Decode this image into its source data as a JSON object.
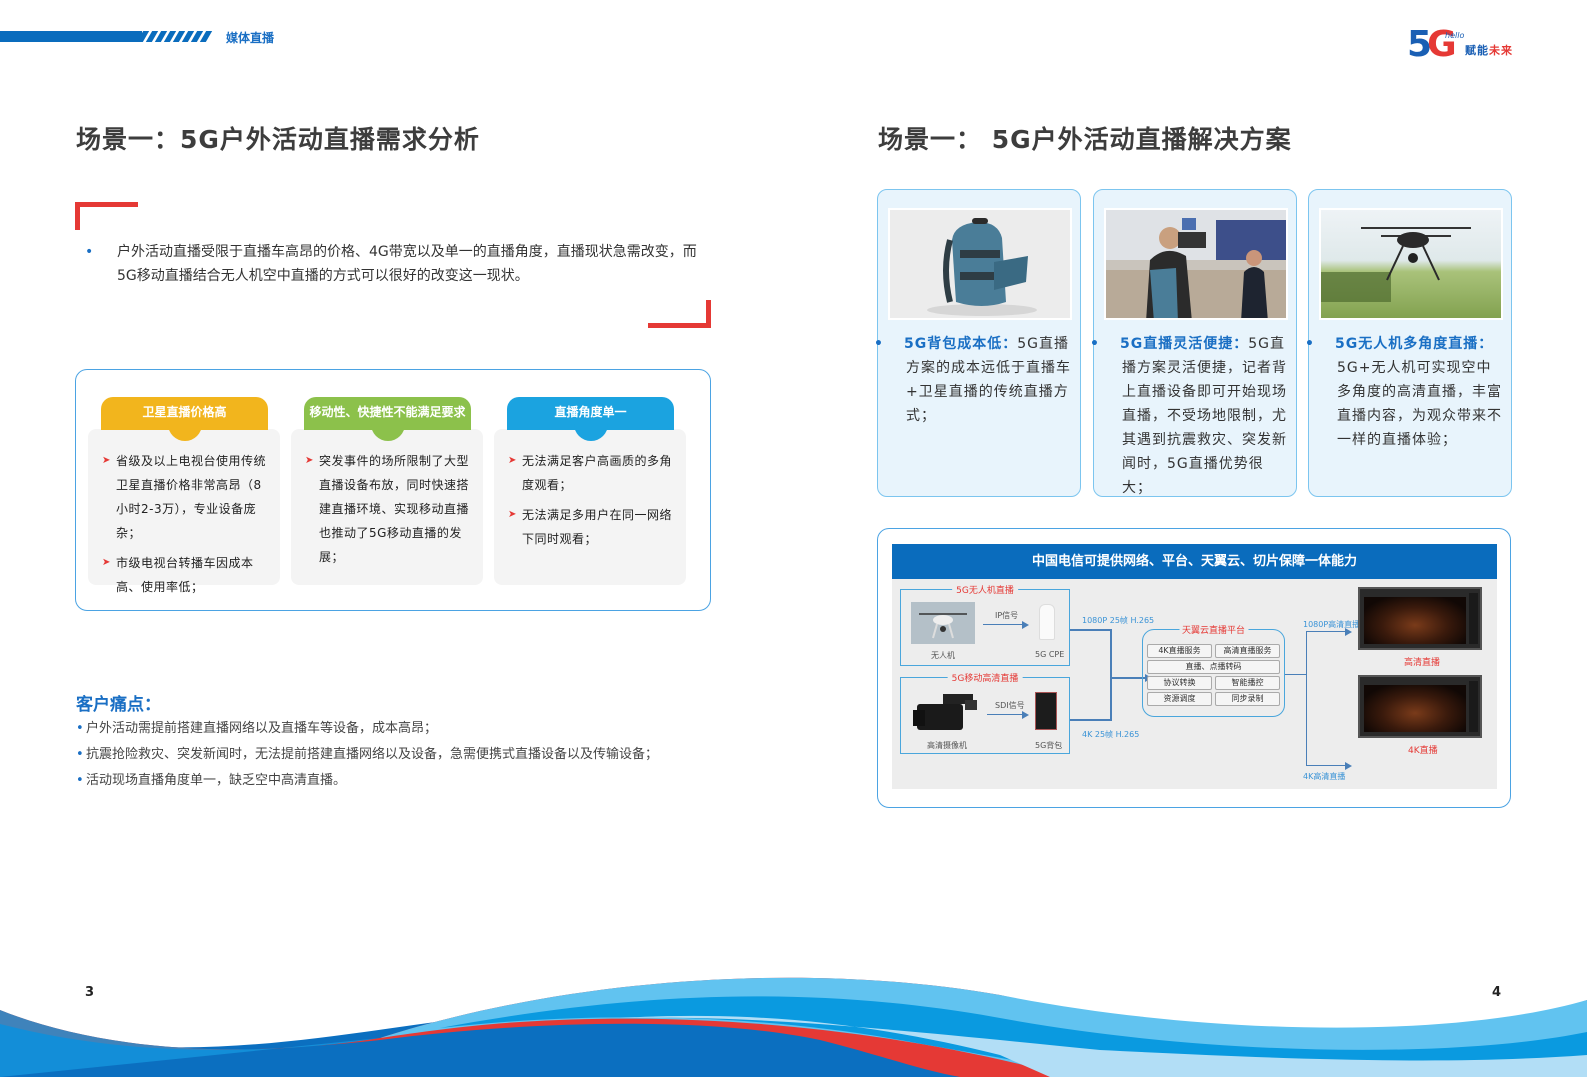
{
  "header": {
    "section_label": "媒体直播",
    "logo": {
      "five": "5",
      "g": "G",
      "hello": "hello",
      "slogan_a": "赋能",
      "slogan_b": "未来"
    }
  },
  "left_page": {
    "title": "场景一：5G户外活动直播需求分析",
    "intro": "户外活动直播受限于直播车高昂的价格、4G带宽以及单一的直播角度，直播现状急需改变，而5G移动直播结合无人机空中直播的方式可以很好的改变这一现状。",
    "cards": [
      {
        "title": "卫星直播价格高",
        "color": "#f2b51d",
        "items": [
          "省级及以上电视台使用传统卫星直播价格非常高昂（8小时2-3万），专业设备庞杂；",
          "市级电视台转播车因成本高、使用率低；"
        ]
      },
      {
        "title": "移动性、快捷性不能满足要求",
        "color": "#8cc14b",
        "items": [
          "突发事件的场所限制了大型直播设备布放，同时快速搭建直播环境、实现移动直播也推动了5G移动直播的发展；"
        ]
      },
      {
        "title": "直播角度单一",
        "color": "#1ba3e0",
        "items": [
          "无法满足客户高画质的多角度观看；",
          "无法满足多用户在同一网络下同时观看；"
        ]
      }
    ],
    "pain_title": "客户痛点：",
    "pain_points": [
      "户外活动需提前搭建直播网络以及直播车等设备，成本高昂；",
      "抗震抢险救灾、突发新闻时，无法提前搭建直播网络以及设备，急需便携式直播设备以及传输设备；",
      "活动现场直播角度单一，缺乏空中高清直播。"
    ],
    "page_number": "3"
  },
  "right_page": {
    "title": "场景一： 5G户外活动直播解决方案",
    "solutions": [
      {
        "image": "backpack-photo",
        "heading": "5G背包成本低：",
        "body": "5G直播方案的成本远低于直播车+卫星直播的传统直播方式；"
      },
      {
        "image": "reporter-photo",
        "heading": "5G直播灵活便捷：",
        "body": "5G直播方案灵活便捷，记者背上直播设备即可开始现场直播，不受场地限制，尤其遇到抗震救灾、突发新闻时，5G直播优势很大；"
      },
      {
        "image": "drone-photo",
        "heading": "5G无人机多角度直播：",
        "body": "5G+无人机可实现空中多角度的高清直播，丰富直播内容，为观众带来不一样的直播体验；"
      }
    ],
    "diagram": {
      "title": "中国电信可提供网络、平台、天翼云、切片保障一体能力",
      "group_drone": {
        "label": "5G无人机直播",
        "device_a": "无人机",
        "signal": "IP信号",
        "device_b": "5G CPE"
      },
      "group_camera": {
        "label": "5G移动高清直播",
        "device_a": "高清摄像机",
        "signal": "SDI信号",
        "device_b": "5G背包"
      },
      "link_top": "1080P 25帧 H.265",
      "link_bottom": "4K 25帧 H.265",
      "platform": {
        "label": "天翼云直播平台",
        "services": [
          "4K直播服务",
          "高清直播服务",
          "直播、点播转码",
          "协议转换",
          "智能播控",
          "资源调度",
          "同步录制"
        ]
      },
      "out_top_link": "1080P高清直播",
      "out_bottom_link": "4K高清直播",
      "out_top_label": "高清直播",
      "out_bottom_label": "4K直播"
    },
    "page_number": "4"
  }
}
